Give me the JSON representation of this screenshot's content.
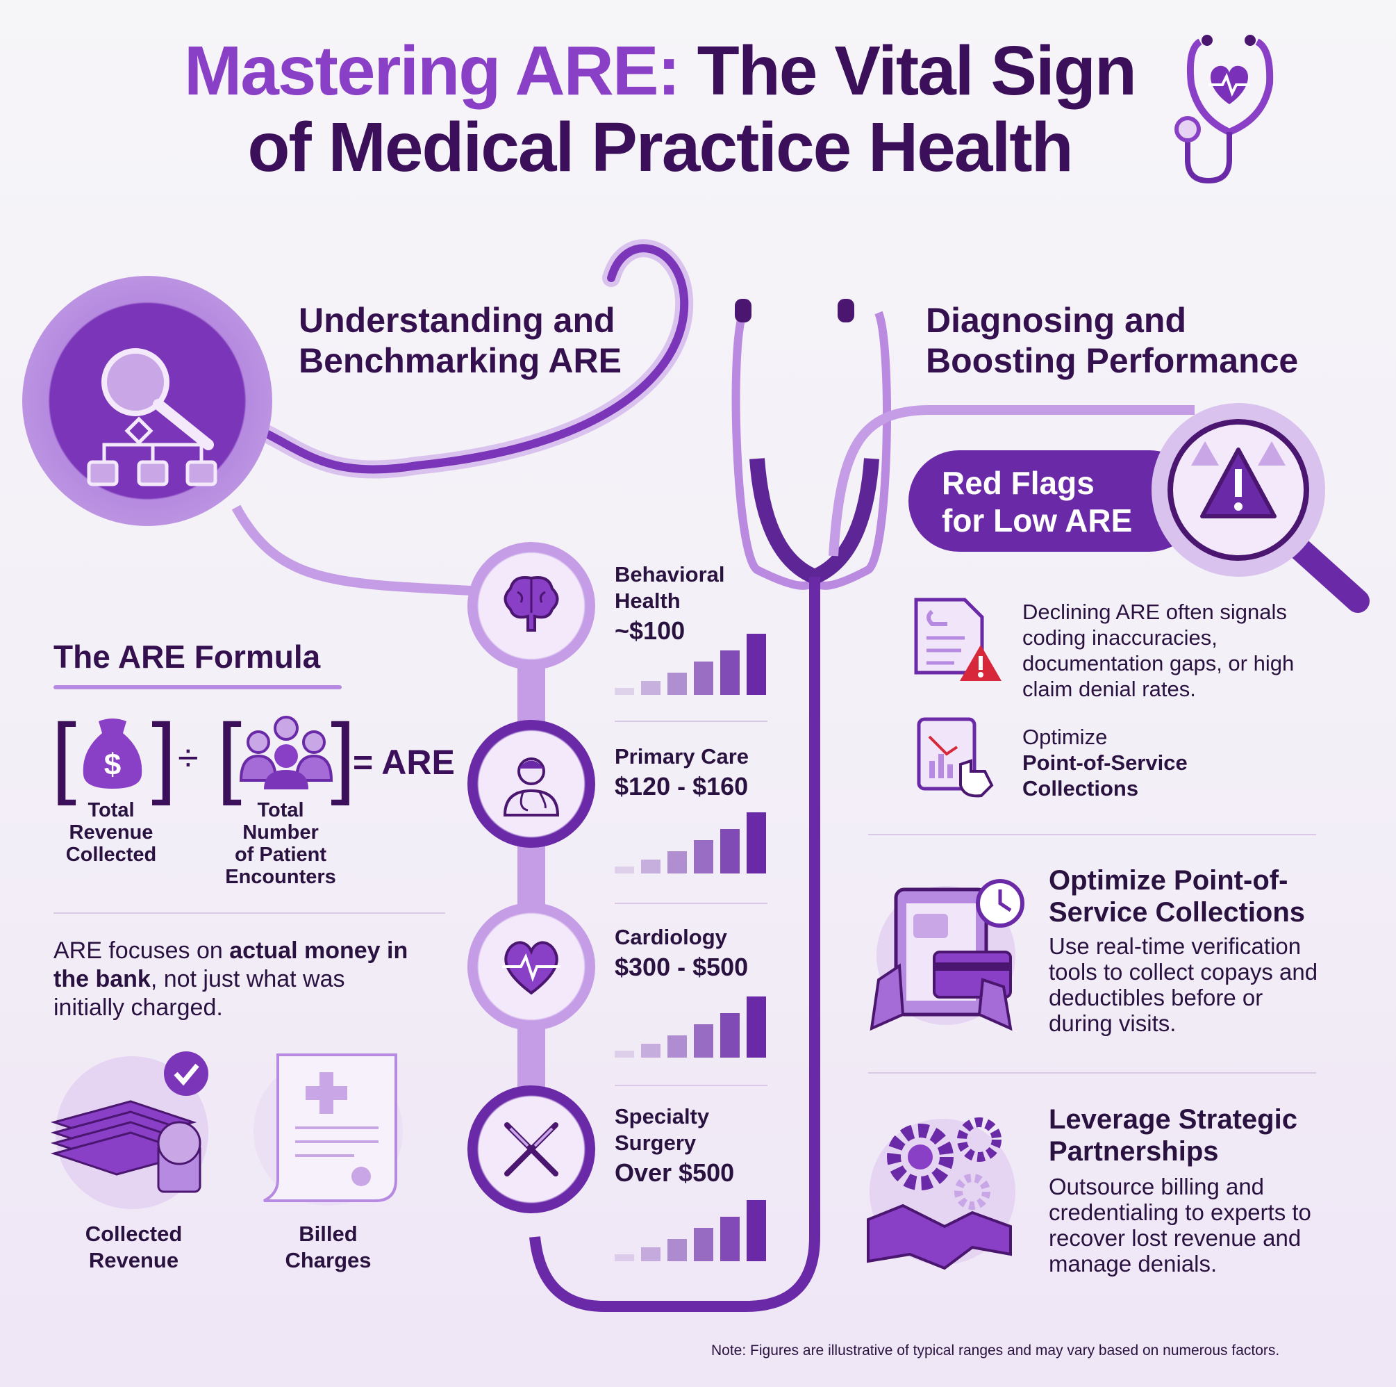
{
  "title": {
    "line1_accent": "Mastering ARE:",
    "line1_rest": "The Vital Sign",
    "line2": "of Medical Practice Health"
  },
  "left": {
    "heading": [
      "Understanding and",
      "Benchmarking ARE"
    ],
    "formula": {
      "heading": "The ARE Formula",
      "operator": "÷",
      "result": "= ARE",
      "numerator_label": [
        "Total",
        "Revenue",
        "Collected"
      ],
      "denominator_label": [
        "Total",
        "Number",
        "of Patient",
        "Encounters"
      ],
      "currency_symbol": "$"
    },
    "explanation": {
      "pre": "ARE focuses on ",
      "bold": "actual money in the bank",
      "post": ", not just what was initially charged."
    },
    "compare": [
      {
        "label": [
          "Collected",
          "Revenue"
        ]
      },
      {
        "label": [
          "Billed",
          "Charges"
        ]
      }
    ]
  },
  "specialties": [
    {
      "name": [
        "Behavioral",
        "Health"
      ],
      "value": "~$100",
      "icon": "brain-icon",
      "bar_level": 1
    },
    {
      "name": [
        "Primary Care"
      ],
      "value": "$120 - $160",
      "icon": "doctor-icon",
      "bar_level": 2
    },
    {
      "name": [
        "Cardiology"
      ],
      "value": "$300 - $500",
      "icon": "heart-pulse-icon",
      "bar_level": 3
    },
    {
      "name": [
        "Specialty",
        "Surgery"
      ],
      "value": "Over $500",
      "icon": "scalpel-icon",
      "bar_level": 4
    }
  ],
  "right": {
    "heading": [
      "Diagnosing and",
      "Boosting Performance"
    ],
    "red_flags": [
      "Red Flags",
      "for Low ARE"
    ],
    "flag_items": [
      {
        "text": "Declining ARE often signals coding inaccuracies, documentation gaps, or high claim denial rates."
      },
      {
        "pre": "Optimize",
        "bold": "Point-of-Service Collections"
      }
    ],
    "strategies": [
      {
        "title": [
          "Optimize Point-of-",
          "Service Collections"
        ],
        "body": "Use real-time verification tools to collect copays and deductibles before or during visits."
      },
      {
        "title": [
          "Leverage Strategic",
          "Partnerships"
        ],
        "body": "Outsource billing and credentialing to experts to recover lost revenue and manage denials."
      }
    ]
  },
  "note": "Note: Figures are illustrative of typical ranges and may vary based on numerous factors.",
  "colors": {
    "primary": "#6a2aa8",
    "dark": "#3b0f5a",
    "light": "#c9a6e6",
    "accent": "#8a3fc7",
    "alert": "#d6283a"
  }
}
